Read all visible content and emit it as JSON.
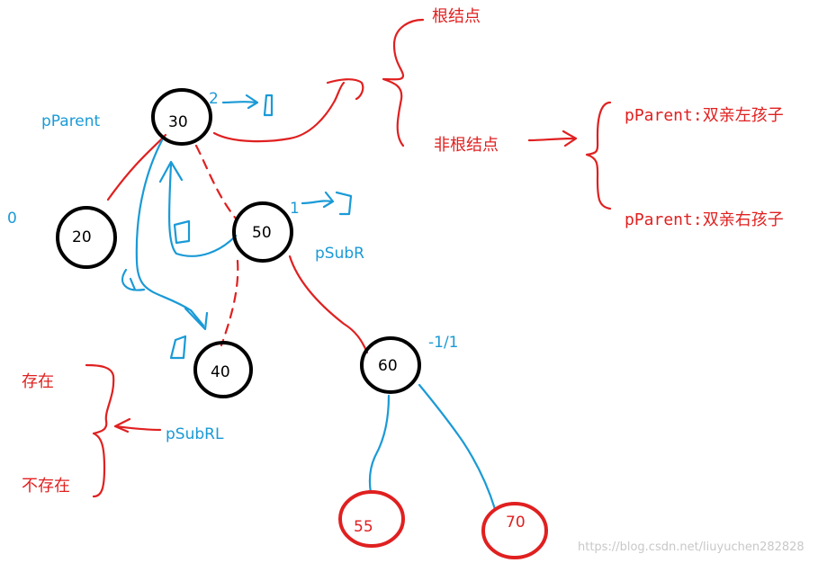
{
  "nodes": {
    "n30": "30",
    "n20": "20",
    "n50": "50",
    "n40": "40",
    "n60": "60",
    "n55": "55",
    "n70": "70"
  },
  "labels": {
    "pparent": "pParent",
    "psubr": "pSubR",
    "psubrl": "pSubRL",
    "bf_30": "2",
    "bf_50": "1",
    "bf_20": "0",
    "bf_60": "-1/1"
  },
  "notes": {
    "root": "根结点",
    "non_root": "非根结点",
    "left_child": "pParent:双亲左孩子",
    "right_child": "pParent:双亲右孩子",
    "exists": "存在",
    "not_exists": "不存在"
  },
  "watermark": "https://blog.csdn.net/liuyuchen282828",
  "colors": {
    "red": "#e02020",
    "blue": "#1a9ad6",
    "black": "#000000"
  }
}
